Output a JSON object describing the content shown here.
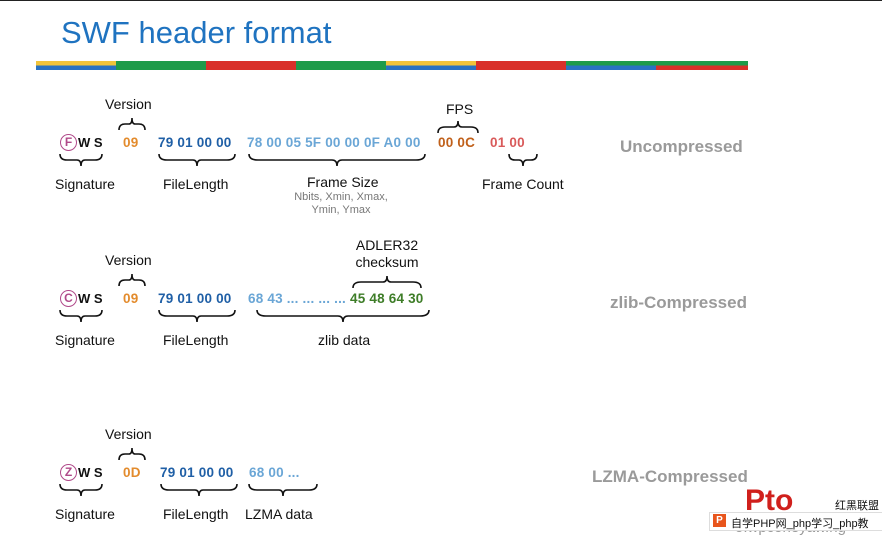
{
  "title": "SWF header format",
  "colors": {
    "title": "#1f73c0",
    "bar": [
      "#f2c43a",
      "#2a72c2",
      "#1e9b4a",
      "#d9302a",
      "#2a72c2",
      "#f2c43a",
      "#d9302a",
      "#1e9b4a"
    ],
    "orange": "#e38b2c",
    "blue": "#1f5fa6",
    "light_blue": "#6aa6d6",
    "brown": "#c0601a",
    "red": "#d95a5a",
    "green": "#3e7d28",
    "kind_grey": "#9a9a9a"
  },
  "rows": {
    "uncompressed": {
      "sig_letter": "F",
      "sig_rest": "W S",
      "version_label": "Version",
      "version_value": "09",
      "signature_label": "Signature",
      "filelength_value": "79 01 00 00",
      "filelength_label": "FileLength",
      "framesize_value": "78 00 05 5F 00 00 0F A0 00",
      "framesize_label": "Frame Size",
      "framesize_sub": "Nbits, Xmin, Xmax, Ymin, Ymax",
      "fps_label": "FPS",
      "fps_value": "00 0C",
      "framecount_value": "01 00",
      "framecount_label": "Frame Count",
      "kind": "Uncompressed"
    },
    "zlib": {
      "sig_letter": "C",
      "sig_rest": "W S",
      "version_label": "Version",
      "version_value": "09",
      "signature_label": "Signature",
      "filelength_value": "79 01 00 00",
      "filelength_label": "FileLength",
      "data_value": "68 43 ... ... ... ...",
      "checksum_value": "45 48 64 30",
      "checksum_label": "ADLER32 checksum",
      "data_label": "zlib data",
      "kind": "zlib-Compressed"
    },
    "lzma": {
      "sig_letter": "Z",
      "sig_rest": "W S",
      "version_label": "Version",
      "version_value": "0D",
      "signature_label": "Signature",
      "filelength_value": "79 01 00 00",
      "filelength_label": "FileLength",
      "data_value": "68 00 ...",
      "data_label": "LZMA data",
      "kind": "LZMA-Compressed"
    }
  },
  "watermark": {
    "logo": "Pto",
    "cn_top": "红黑联盟",
    "square": "P",
    "bar_text": "自学PHP网_php学习_php教",
    "grey": "o.wpconeyaw.ng"
  }
}
